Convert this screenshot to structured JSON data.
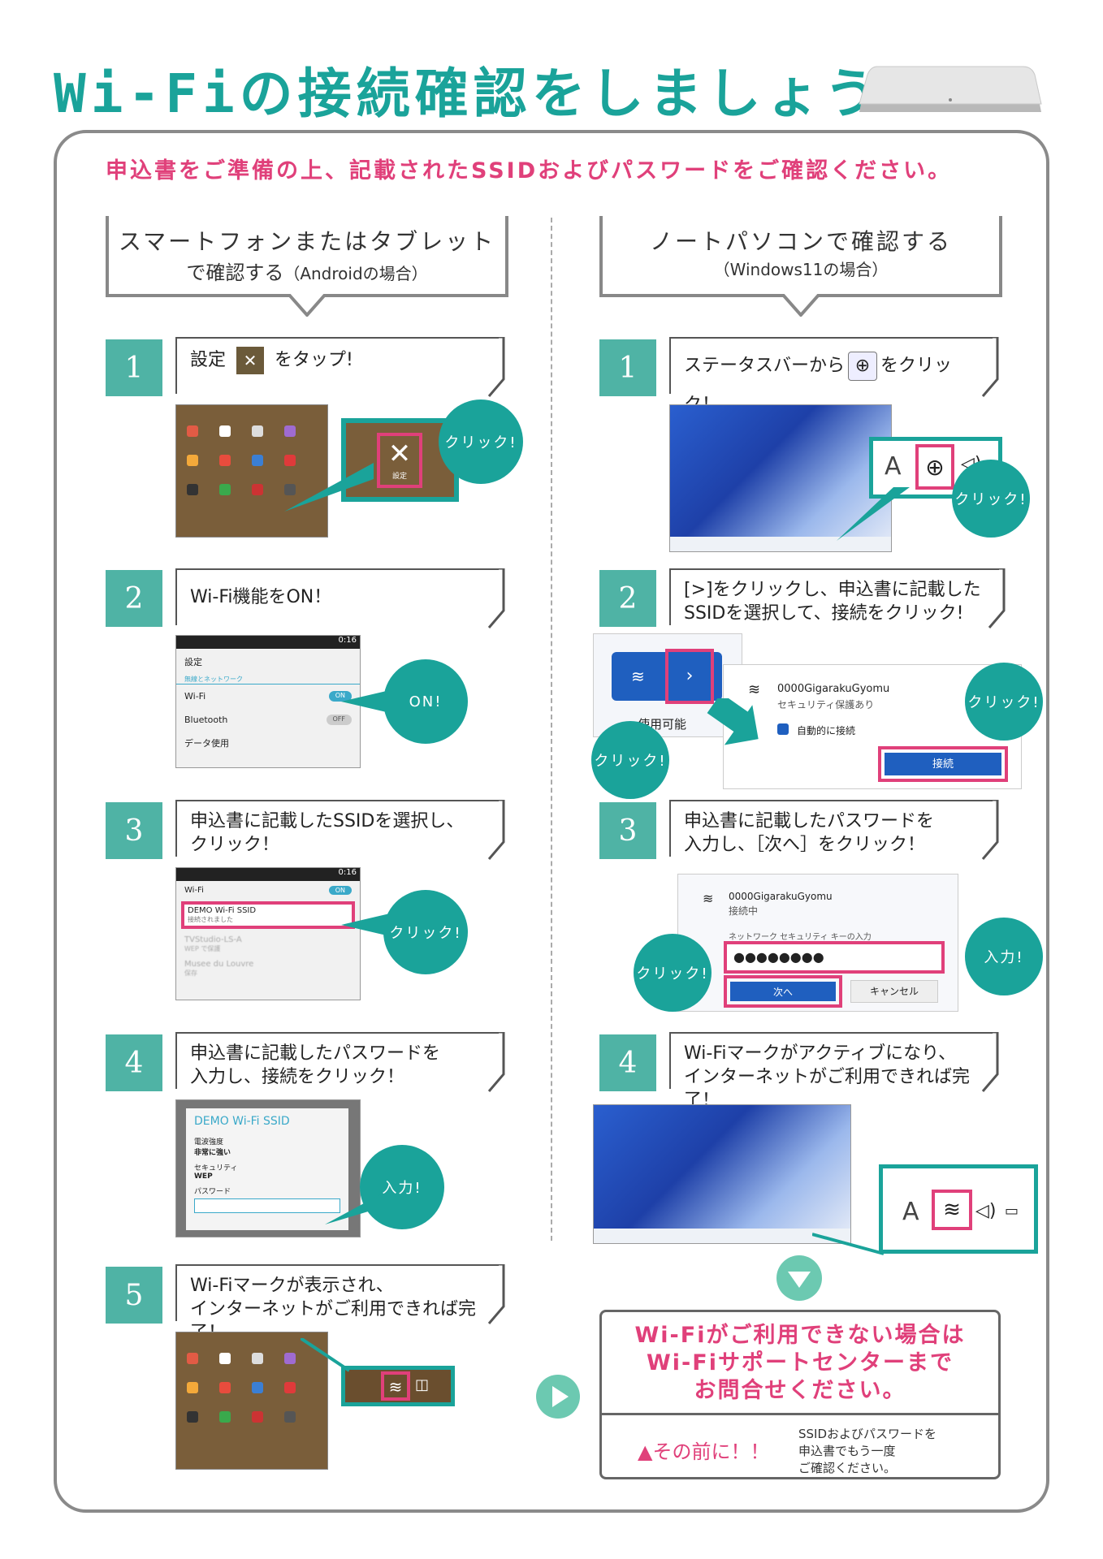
{
  "title": "Wi-Fiの接続確認をしましょう",
  "subtitle": "申込書をご準備の上、記載されたSSIDおよびパスワードをご確認ください。",
  "left": {
    "header_line1": "スマートフォンまたはタブレット",
    "header_line2": "で確認する",
    "header_note": "（Androidの場合）",
    "steps": [
      {
        "num": "1",
        "text_a": "設定",
        "text_b": "をタップ!"
      },
      {
        "num": "2",
        "text": "Wi-Fi機能をON！"
      },
      {
        "num": "3",
        "line1": "申込書に記載したSSIDを選択し、",
        "line2": "クリック！"
      },
      {
        "num": "4",
        "line1": "申込書に記載したパスワードを",
        "line2": "入力し、接続をクリック！"
      },
      {
        "num": "5",
        "line1": "Wi-Fiマークが表示され、",
        "line2": "インターネットがご利用できれば完了！"
      }
    ],
    "settings_label": "設定",
    "screen2": {
      "time": "0:16",
      "title": "設定",
      "section": "無線とネットワーク",
      "wifi": "Wi-Fi",
      "toggle_on": "ON",
      "bluetooth": "Bluetooth",
      "toggle_off": "OFF",
      "data": "データ使用"
    },
    "screen3": {
      "time": "0:16",
      "title": "Wi-Fi",
      "toggle_on": "ON",
      "ssid": "DEMO Wi-Fi SSID",
      "ssid_status": "接続されました",
      "other1": "TVStudio-LS-A",
      "other1_sub": "WEP で保護",
      "other2": "Musee du Louvre",
      "other2_sub": "保存"
    },
    "screen4": {
      "ssid": "DEMO Wi-Fi SSID",
      "signal_label": "電波強度",
      "signal_value": "非常に強い",
      "security_label": "セキュリティ",
      "security_value": "WEP",
      "password_label": "パスワード"
    },
    "bubbles": {
      "click1": "クリック!",
      "on": "ON!",
      "click3": "クリック!",
      "input": "入力!"
    }
  },
  "right": {
    "header_line1": "ノートパソコンで確認する",
    "header_note": "（Windows11の場合）",
    "steps": [
      {
        "num": "1",
        "text_a": "ステータスバーから",
        "text_b": "をクリック！"
      },
      {
        "num": "2",
        "line1": "[>]をクリックし、申込書に記載した",
        "line2": "SSIDを選択して、接続をクリック!"
      },
      {
        "num": "3",
        "line1": "申込書に記載したパスワードを",
        "line2": "入力し、［次へ］をクリック！"
      },
      {
        "num": "4",
        "line1": "Wi-Fiマークがアクティブになり、",
        "line2": "インターネットがご利用できれば完了！"
      }
    ],
    "tray_a": "A",
    "available": "使用可能",
    "ssid": "0000GigarakuGyomu",
    "security": "セキュリティ保護あり",
    "auto_connect": "自動的に接続",
    "connect_button": "接続",
    "connecting": "接続中",
    "key_label": "ネットワーク セキュリティ キーの入力",
    "password_mask": "●●●●●●●●",
    "next_button": "次へ",
    "cancel_button": "キャンセル",
    "bubbles": {
      "click1": "クリック!",
      "click2a": "クリック!",
      "click2b": "クリック!",
      "click3": "クリック!",
      "input": "入力!"
    }
  },
  "final": {
    "line1": "Wi-Fiがご利用できない場合は",
    "line2": "Wi-Fiサポートセンターまで",
    "line3": "お問合せください。",
    "warning": "その前に！！",
    "note1": "SSIDおよびパスワードを",
    "note2": "申込書でもう一度",
    "note3": "ご確認ください。"
  },
  "colors": {
    "accent": "#1aa39a",
    "step_num": "#4fb3a5",
    "pink": "#e0407a",
    "win_blue": "#1f5fbf"
  }
}
